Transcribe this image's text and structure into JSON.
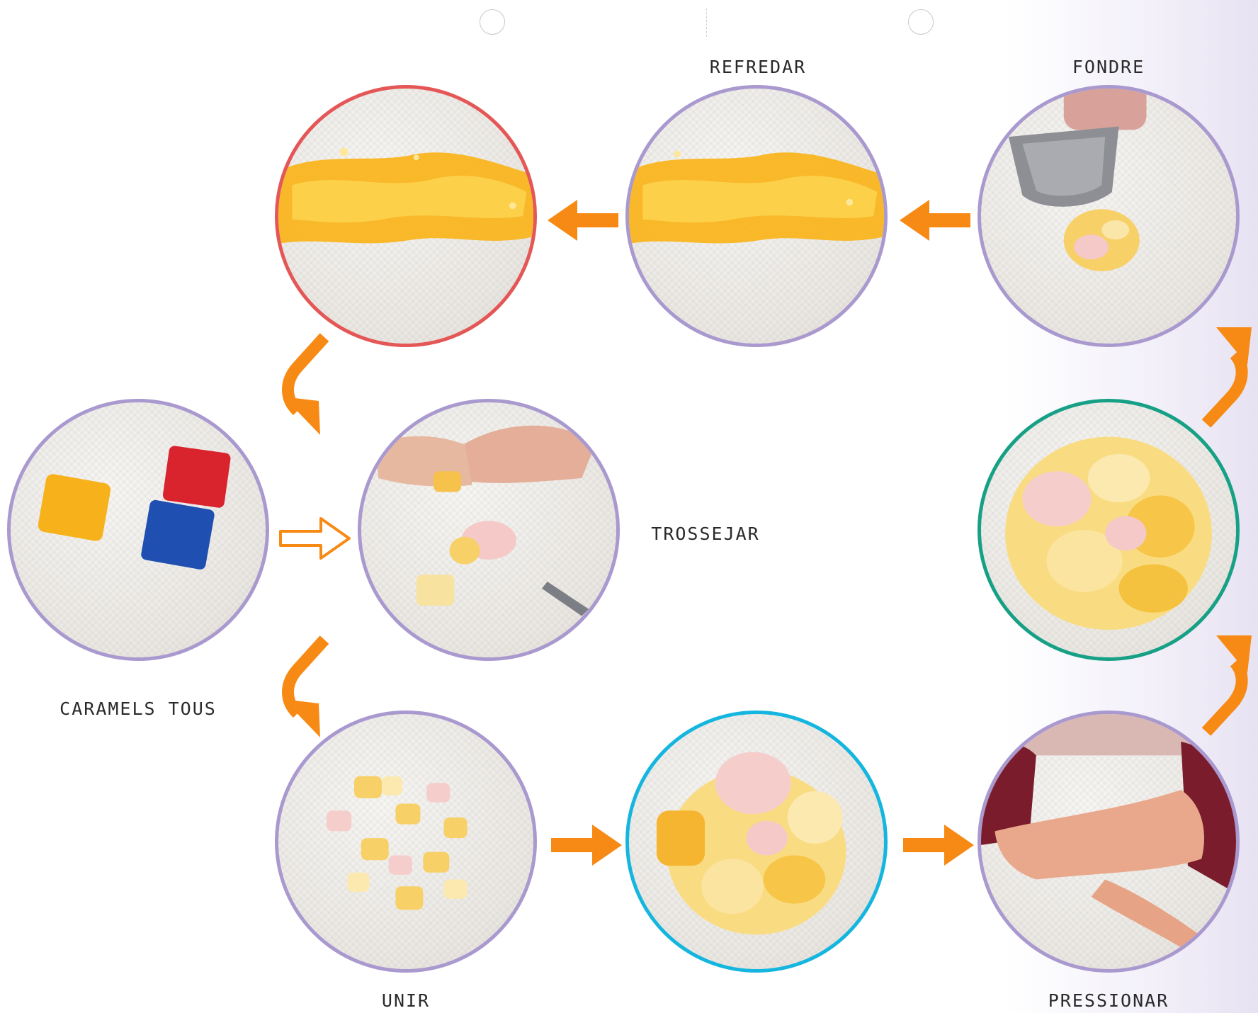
{
  "labels": {
    "refredar": "REFREDAR",
    "fondre": "FONDRE",
    "trossejar": "TROSSEJAR",
    "caramels_tous": "CARAMELS TOUS",
    "unir": "UNIR",
    "pressionar": "PRESSIONAR"
  },
  "colors": {
    "arrow": "#f78a14",
    "default_ring": "#a999cf",
    "red_ring": "#e45756",
    "teal_ring": "#16a085",
    "cyan_ring": "#14b6df"
  }
}
